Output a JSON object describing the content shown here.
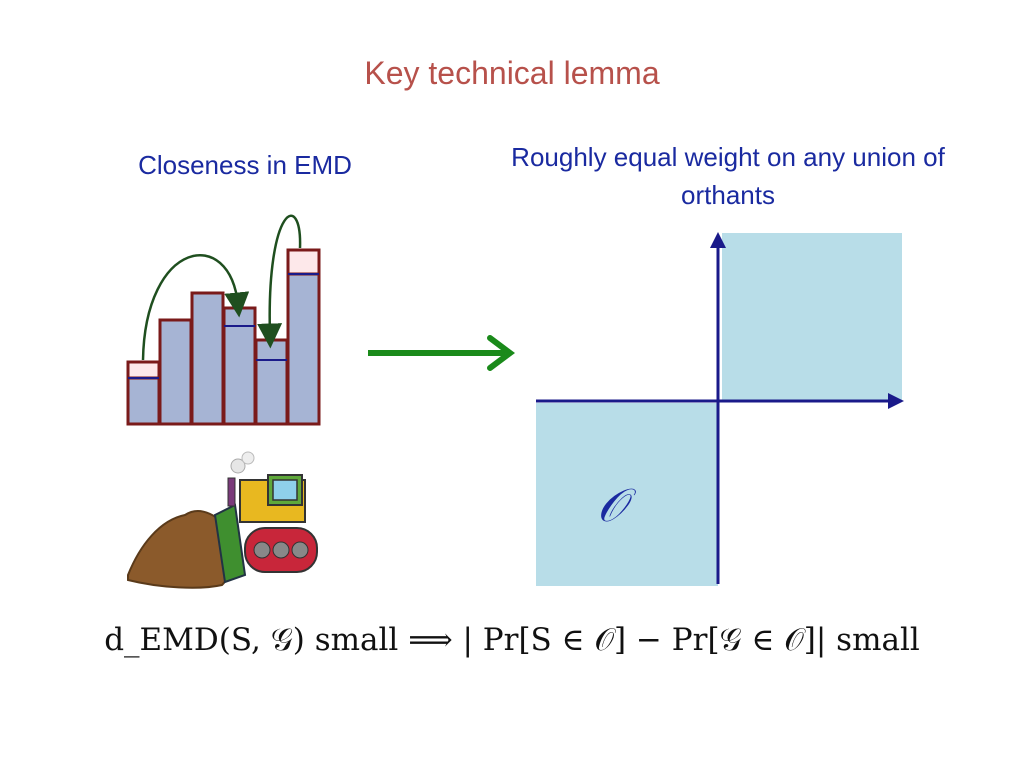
{
  "slide": {
    "title": "Key technical lemma",
    "left_heading": "Closeness in EMD",
    "right_heading": "Roughly equal weight on any union of orthants",
    "orthant_symbol": "𝒪",
    "formula": "d_EMD(S, 𝒢) small ⟹ | Pr[S ∈ 𝒪] − Pr[𝒢 ∈ 𝒪]| small"
  },
  "icons": {
    "histogram": "histogram-icon",
    "bulldozer": "bulldozer-icon",
    "implies_arrow": "green-arrow-icon"
  },
  "colors": {
    "title": "#b7514b",
    "heading": "#1a2aa0",
    "bar_fill": "#a6b4d4",
    "bar_stroke": "#7a1a1a",
    "orthant_fill": "#b8dde8",
    "axis": "#1a1a8a",
    "arrow": "#1a8a1a"
  }
}
